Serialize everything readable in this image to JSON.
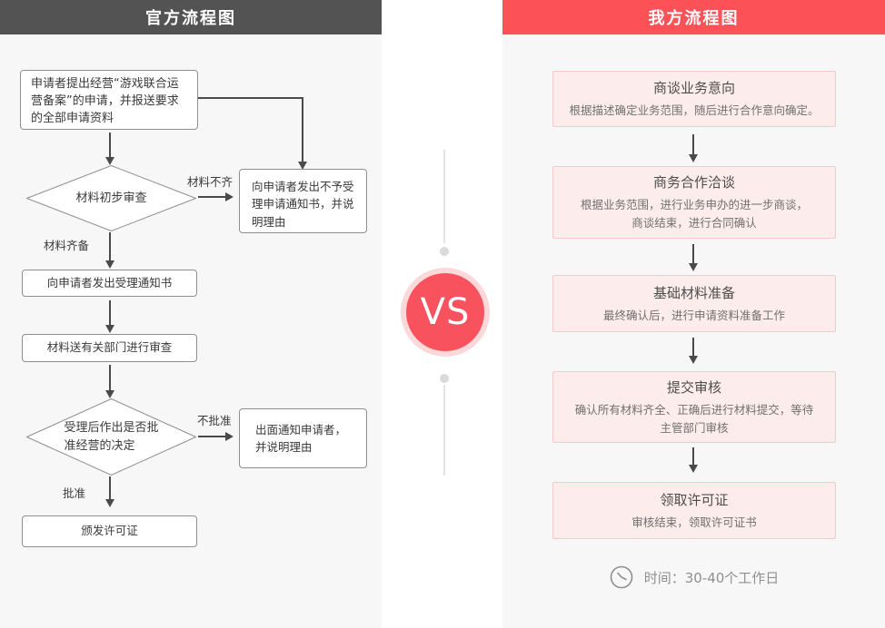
{
  "left_panel": {
    "title": "官方流程图",
    "nodes": {
      "start": "申请者提出经营“游戏联合运\n营备案”的申请，并报送要求\n的全部申请资料",
      "initial_review": "材料初步审查",
      "reject_notice": "向申请者发出不予受\n理申请通知书，并说\n明理由",
      "accept_notice": "向申请者发出受理通知书",
      "dept_review": "材料送有关部门进行审查",
      "decision": "受理后作出是否批\n准经营的决定",
      "deny_notice": "出面通知申请者，\n并说明理由",
      "issue_license": "颁发许可证"
    },
    "edge_labels": {
      "incomplete": "材料不齐",
      "complete": "材料齐备",
      "not_approved": "不批准",
      "approved": "批准"
    }
  },
  "center": {
    "vs_label": "VS"
  },
  "right_panel": {
    "title": "我方流程图",
    "steps": [
      {
        "title": "商谈业务意向",
        "desc": "根据描述确定业务范围，随后进行合作意向确定。"
      },
      {
        "title": "商务合作洽谈",
        "desc": "根据业务范围，进行业务申办的进一步商谈，\n商谈结束，进行合同确认"
      },
      {
        "title": "基础材料准备",
        "desc": "最终确认后，进行申请资料准备工作"
      },
      {
        "title": "提交审核",
        "desc": "确认所有材料齐全、正确后进行材料提交，等待\n主管部门审核"
      },
      {
        "title": "领取许可证",
        "desc": "审核结束，领取许可证书"
      }
    ],
    "time_note": "时间：30-40个工作日"
  },
  "icons": {
    "time": "clock-icon"
  },
  "colors": {
    "left_header_bg": "#535353",
    "right_header_bg": "#fb5157",
    "panel_bg": "#f7f7f7",
    "flow_box_border": "#8f8f8f",
    "step_box_bg": "#fdecec",
    "step_box_border": "#f6caca",
    "vs_circle": "#f7525e",
    "vs_ring": "#fbd8da",
    "arrow": "#4a4a4a"
  }
}
